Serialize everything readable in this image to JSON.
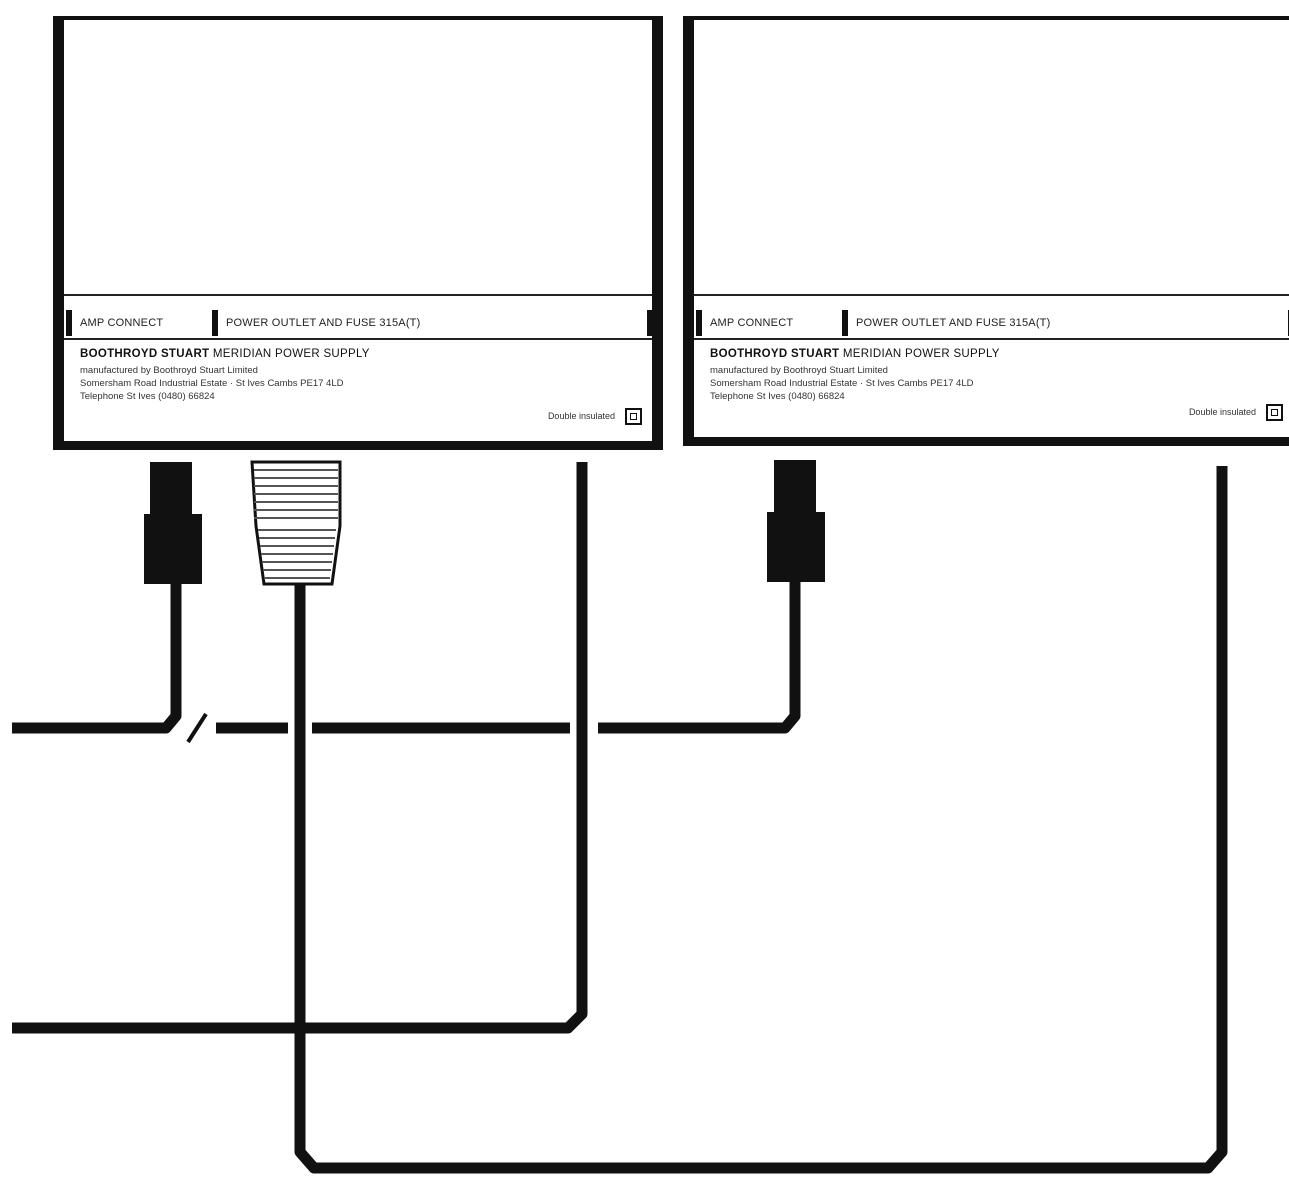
{
  "units": [
    {
      "amp_label": "AMP CONNECT",
      "power_label": "POWER OUTLET AND FUSE 315A(T)",
      "brand": "BOOTHROYD STUART",
      "product": "MERIDIAN POWER SUPPLY",
      "line1": "manufactured by Boothroyd Stuart Limited",
      "line2": "Somersham Road Industrial Estate · St Ives Cambs PE17 4LD",
      "line3": "Telephone St Ives (0480) 66824",
      "insulation": "Double insulated"
    },
    {
      "amp_label": "AMP CONNECT",
      "power_label": "POWER OUTLET AND FUSE 315A(T)",
      "brand": "BOOTHROYD STUART",
      "product": "MERIDIAN POWER SUPPLY",
      "line1": "manufactured by Boothroyd Stuart Limited",
      "line2": "Somersham Road Industrial Estate · St Ives Cambs PE17 4LD",
      "line3": "Telephone St Ives (0480) 66824",
      "insulation": "Double insulated"
    }
  ],
  "connectors": [
    "amp-plug",
    "power-plug",
    "amp-plug"
  ],
  "colors": {
    "ink": "#111111",
    "paper": "#ffffff"
  }
}
